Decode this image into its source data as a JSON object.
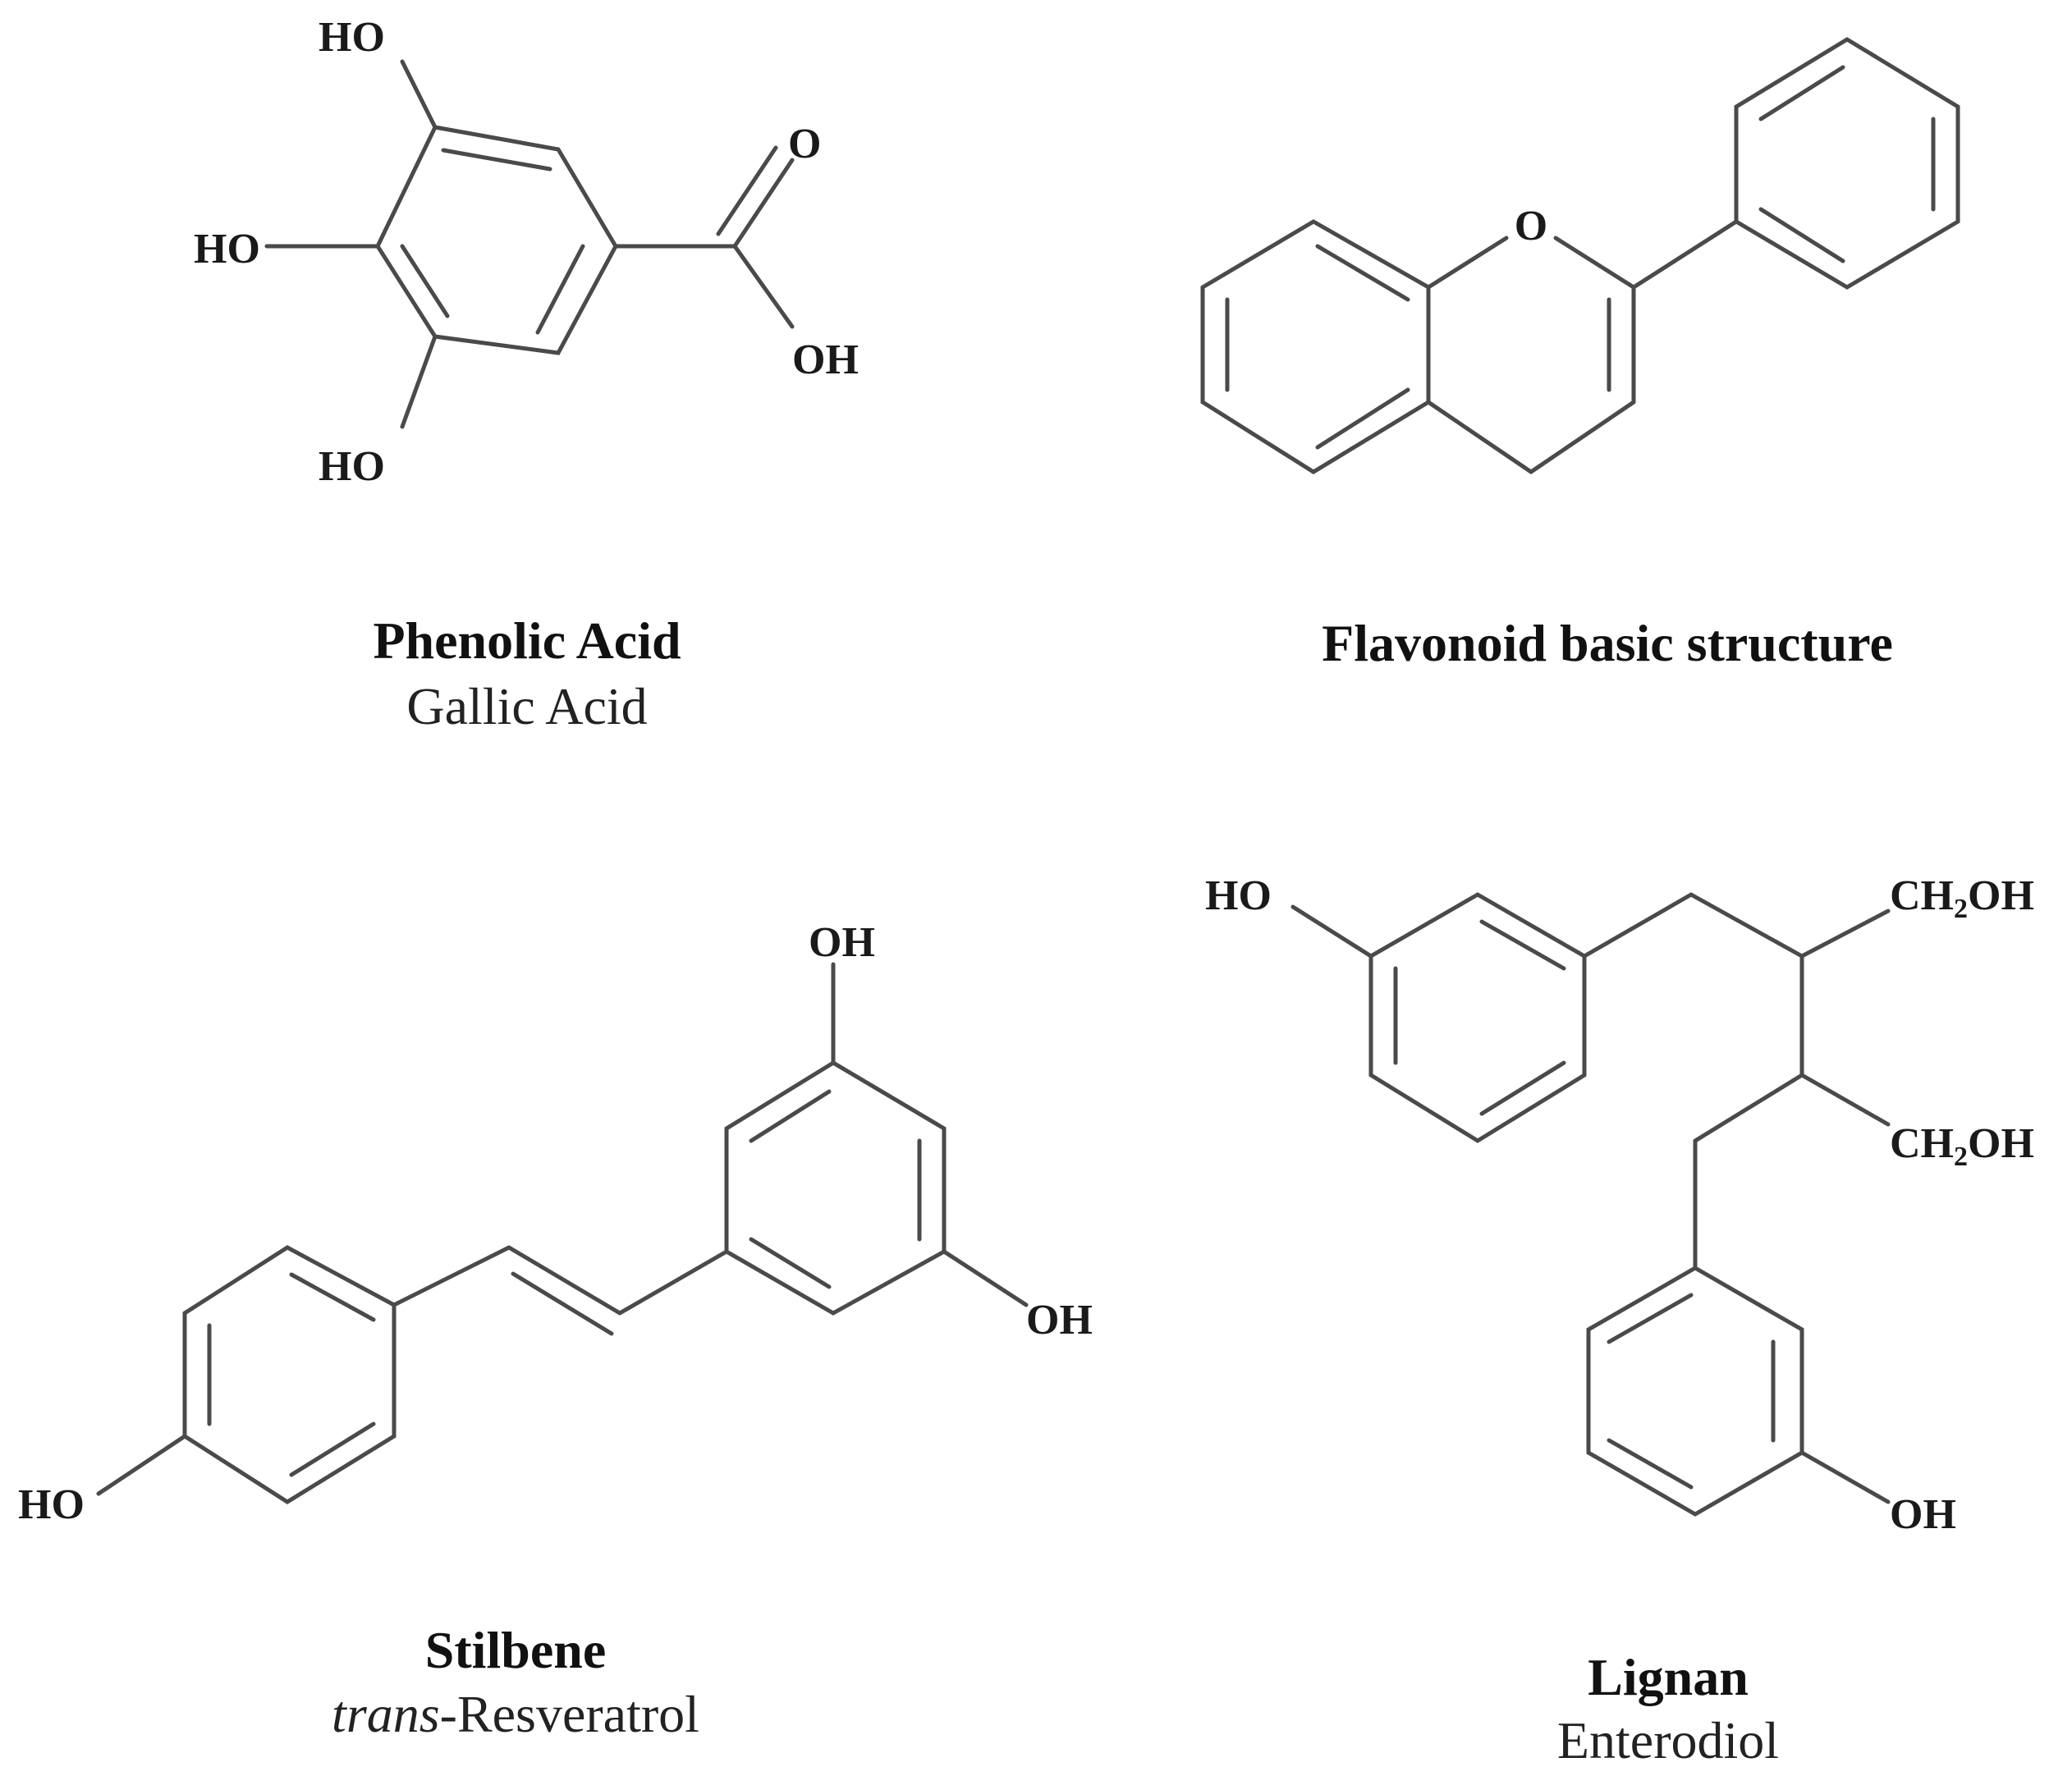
{
  "labels": {
    "ho": "HO",
    "oh": "OH",
    "o": "O",
    "ch2oh_ch": "CH",
    "ch2oh_2": "2",
    "ch2oh_oh": "OH"
  },
  "compounds": [
    {
      "class_name": "Phenolic Acid",
      "example": "Gallic Acid"
    },
    {
      "class_name": "Flavonoid basic structure"
    },
    {
      "class_name": "Stilbene",
      "example_prefix": "trans",
      "example_rest": "-Resveratrol"
    },
    {
      "class_name": "Lignan",
      "example": "Enterodiol"
    }
  ]
}
